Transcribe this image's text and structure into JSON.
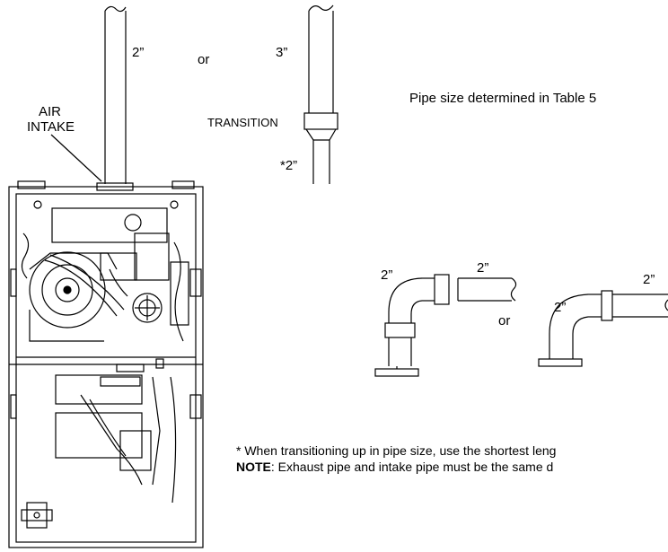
{
  "labels": {
    "air_intake_line1": "AIR",
    "air_intake_line2": "INTAKE",
    "straight_pipe_size": "2”",
    "or_1": "or",
    "upper_pipe_size": "3”",
    "transition": "TRANSITION",
    "lower_pipe_size": "*2”",
    "table_note": "Pipe size determined in Table 5",
    "elbow1_vertical_size": "2”",
    "elbow1_horizontal_size": "2”",
    "or_2": "or",
    "elbow2_vertical_size": "2”",
    "elbow2_horizontal_size": "2”",
    "footnote": "* When transitioning up in pipe size, use the shortest leng",
    "note_bold": "NOTE",
    "note_text": ": Exhaust pipe and intake pipe must be the same d"
  },
  "colors": {
    "line": "#000000",
    "background": "#ffffff"
  }
}
